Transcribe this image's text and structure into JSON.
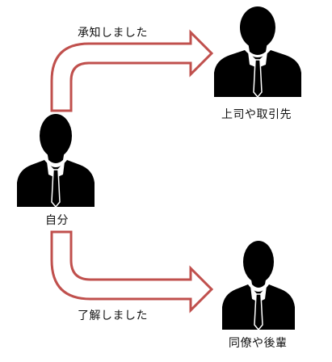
{
  "diagram": {
    "top_arrow_label": "承知しました",
    "bottom_arrow_label": "了解しました",
    "self_label": "自分",
    "superior_label": "上司や取引先",
    "colleague_label": "同僚や後輩",
    "arrow_color": "#c0504d",
    "figure_color": "#000000",
    "figure_icon": "businessman-silhouette-icon"
  }
}
